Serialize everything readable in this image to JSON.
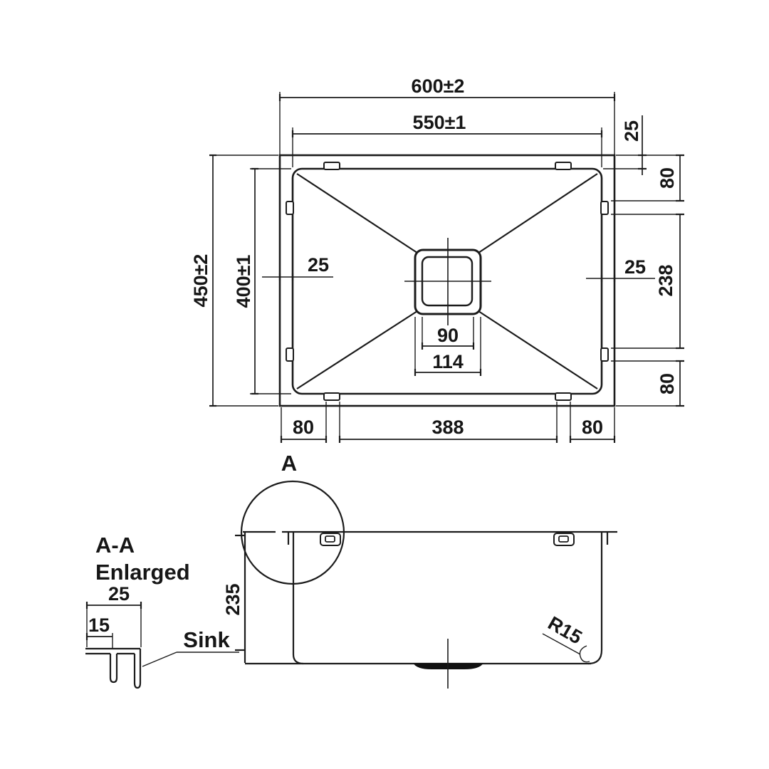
{
  "top_view": {
    "overall_width": "600±2",
    "bowl_width": "550±1",
    "overall_depth": "450±2",
    "bowl_depth": "400±1",
    "rim_top_right": "25",
    "rim_left": "25",
    "rim_right": "25",
    "clip_top_offset_right": "80",
    "clip_spacing_right": "238",
    "clip_bottom_offset_right": "80",
    "drain_inner": "90",
    "drain_outer": "114",
    "clip_left_offset_bottom": "80",
    "clip_spacing_bottom": "388",
    "clip_right_offset_bottom": "80"
  },
  "section_view": {
    "detail_marker": "A",
    "bowl_depth": "235",
    "corner_radius": "R15"
  },
  "detail_view": {
    "title": "A-A",
    "subtitle": "Enlarged",
    "rim_width": "25",
    "lip_offset": "15",
    "callout": "Sink"
  },
  "colors": {
    "line": "#1b1b1b",
    "background": "#ffffff"
  }
}
